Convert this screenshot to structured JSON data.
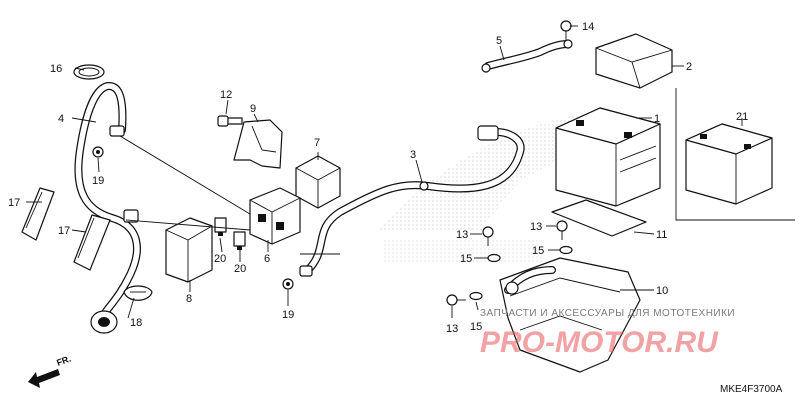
{
  "diagram": {
    "code": "MKE4F3700A",
    "watermark_top": "ЗАПЧАСТИ И АКСЕССУАРЫ ДЛЯ МОТОТЕХНИКИ",
    "watermark_bottom": "PRO-MOTOR.RU",
    "front_label": "FR."
  },
  "callouts": [
    {
      "id": "c1",
      "text": "1"
    },
    {
      "id": "c2",
      "text": "2"
    },
    {
      "id": "c3",
      "text": "3"
    },
    {
      "id": "c4",
      "text": "4"
    },
    {
      "id": "c5",
      "text": "5"
    },
    {
      "id": "c6",
      "text": "6"
    },
    {
      "id": "c7",
      "text": "7"
    },
    {
      "id": "c8",
      "text": "8"
    },
    {
      "id": "c9",
      "text": "9"
    },
    {
      "id": "c10",
      "text": "10"
    },
    {
      "id": "c11",
      "text": "11"
    },
    {
      "id": "c12",
      "text": "12"
    },
    {
      "id": "c13a",
      "text": "13"
    },
    {
      "id": "c13b",
      "text": "13"
    },
    {
      "id": "c13c",
      "text": "13"
    },
    {
      "id": "c14",
      "text": "14"
    },
    {
      "id": "c15a",
      "text": "15"
    },
    {
      "id": "c15b",
      "text": "15"
    },
    {
      "id": "c15c",
      "text": "15"
    },
    {
      "id": "c16",
      "text": "16"
    },
    {
      "id": "c17a",
      "text": "17"
    },
    {
      "id": "c17b",
      "text": "17"
    },
    {
      "id": "c18",
      "text": "18"
    },
    {
      "id": "c19a",
      "text": "19"
    },
    {
      "id": "c19b",
      "text": "19"
    },
    {
      "id": "c20a",
      "text": "20"
    },
    {
      "id": "c20b",
      "text": "20"
    },
    {
      "id": "c21",
      "text": "21"
    }
  ]
}
